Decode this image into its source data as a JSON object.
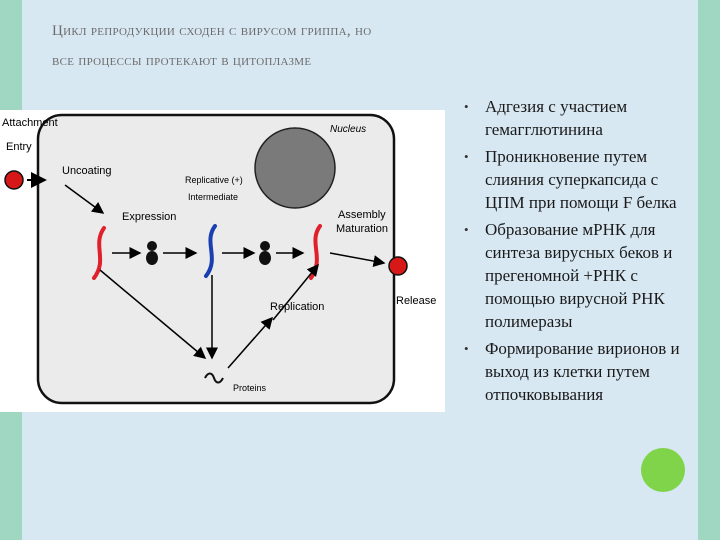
{
  "title": {
    "line1": "Цикл репродукции сходен с вирусом гриппа, но",
    "line2": "все процессы протекают в цитоплазме"
  },
  "diagram": {
    "attachment": "Attachment",
    "entry": "Entry",
    "uncoating": "Uncoating",
    "nucleus": "Nucleus",
    "replicative": "Replicative (+)",
    "intermediate": "Intermediate",
    "expression": "Expression",
    "assembly": "Assembly",
    "maturation": "Maturation",
    "replication": "Replication",
    "release": "Release",
    "proteins": "Proteins",
    "colors": {
      "red_strand": "#e0202a",
      "blue_strand": "#1a3fb0",
      "nucleus": "#7a7a7a",
      "cell_bg": "#ebebeb"
    }
  },
  "bullets": [
    "Адгезия с участием гемагглютинина",
    "Проникновение путем слияния суперкапсида с ЦПМ при помощи F белка",
    "Образование мРНК для синтеза вирусных беков и прегеномной +РНК с помощью вирусной РНК полимеразы",
    "Формирование вирионов и выход из клетки путем отпочковывания"
  ],
  "bullet_icon": "bullet-dot",
  "accent_colors": {
    "stripe": "#9fd7c2",
    "circle": "#7fd44a"
  }
}
